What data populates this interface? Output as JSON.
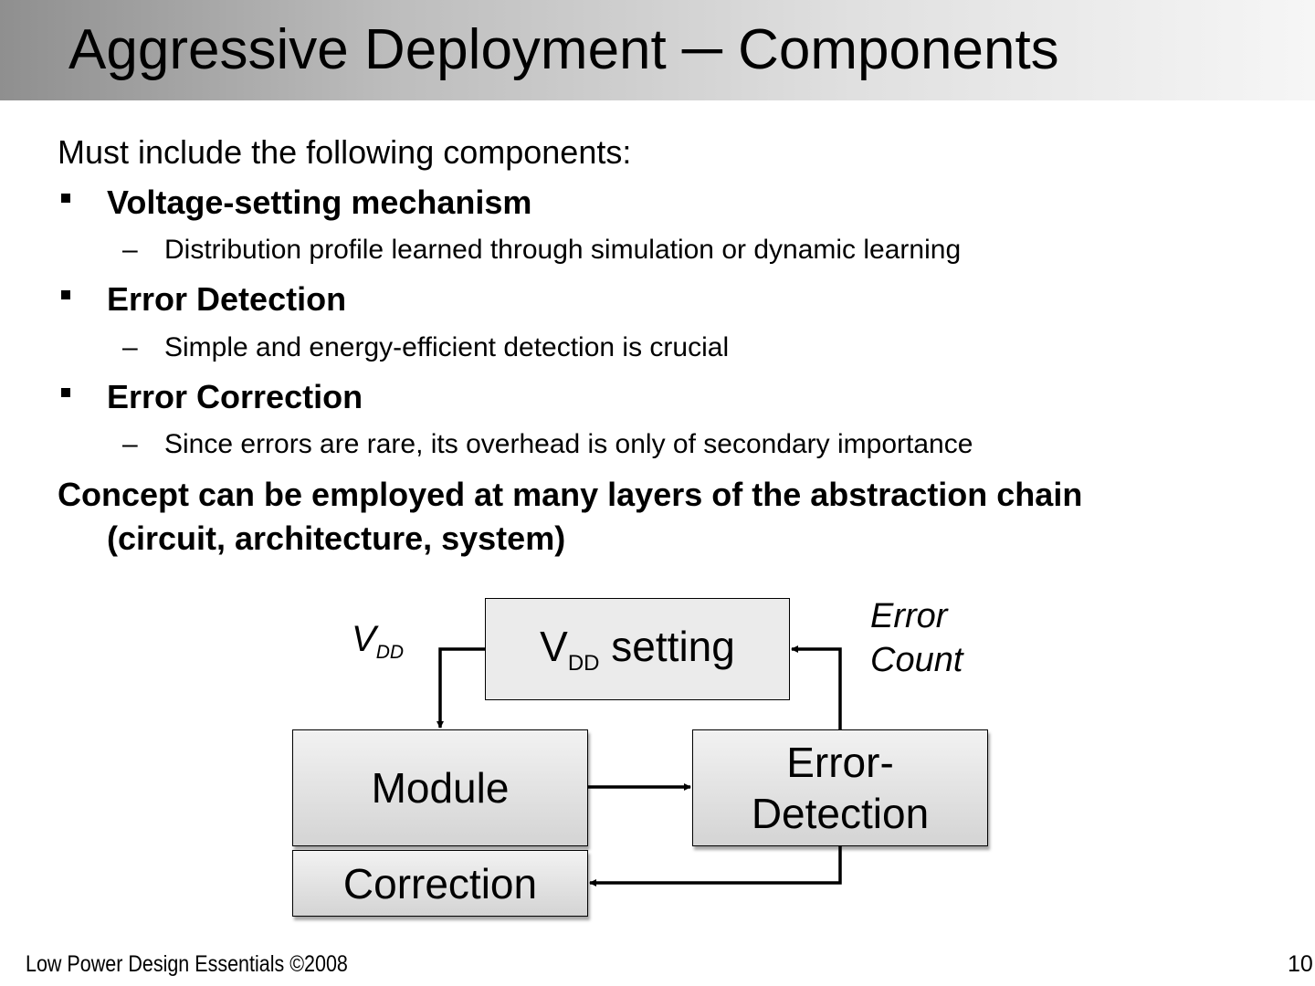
{
  "slide": {
    "title": "Aggressive Deployment ─ Components",
    "intro": "Must include the following components:",
    "bullets": [
      {
        "label": "Voltage-setting mechanism",
        "sub": "Distribution profile learned through simulation or dynamic learning"
      },
      {
        "label": "Error Detection",
        "sub": "Simple and energy-efficient detection is crucial"
      },
      {
        "label": "Error Correction",
        "sub": "Since errors are rare, its overhead is only of secondary importance"
      }
    ],
    "dash": "–",
    "concept_line1": "Concept can be employed at many layers of the abstraction chain",
    "concept_line2": "(circuit, architecture, system)"
  },
  "diagram": {
    "vdd_box_main": "V",
    "vdd_box_sub": "DD",
    "vdd_box_rest": " setting",
    "module": "Module",
    "error_detection_line1": "Error-",
    "error_detection_line2": "Detection",
    "correction": "Correction",
    "vdd_label_main": "V",
    "vdd_label_sub": "DD",
    "error_count_line1": "Error",
    "error_count_line2": "Count"
  },
  "footer": {
    "text": "Low Power Design Essentials ©2008",
    "page": "10."
  }
}
